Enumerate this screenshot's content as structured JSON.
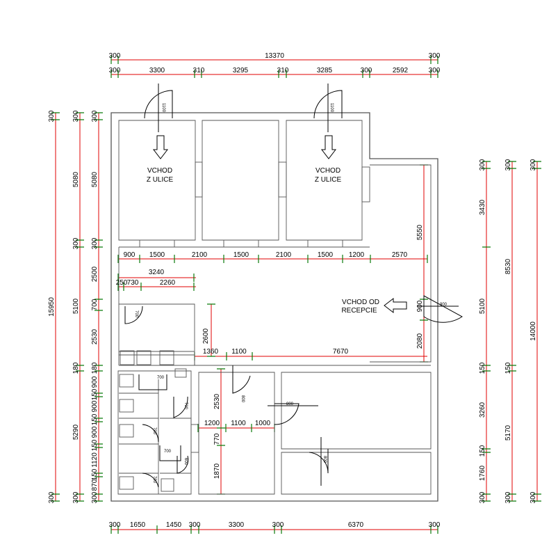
{
  "labels": {
    "street_entry_1": [
      "VCHOD",
      "Z ULICE"
    ],
    "street_entry_2": [
      "VCHOD",
      "Z ULICE"
    ],
    "reception_entry": [
      "VCHOD OD",
      "RECEPCIE"
    ]
  },
  "dims_top_overall": "13370",
  "dims_top_sub": [
    "300",
    "3300",
    "310",
    "3295",
    "310",
    "3285",
    "300",
    "2592",
    "300"
  ],
  "dims_bottom": [
    "300",
    "1650",
    "1450",
    "300",
    "3300",
    "300",
    "6370",
    "300"
  ],
  "dims_left_overall": "15950",
  "dims_left_a": [
    "300",
    "5080",
    "5100",
    "5290",
    "300"
  ],
  "dims_left_b": [
    "300",
    "5080",
    "300",
    "2500",
    "700",
    "2530",
    "180",
    "900",
    "150",
    "900",
    "150",
    "900",
    "150",
    "1120",
    "150",
    "870",
    "300"
  ],
  "dims_right_a": [
    "300",
    "3430",
    "5100",
    "150",
    "3260",
    "150",
    "1760",
    "300"
  ],
  "dims_right_b": [
    "300",
    "8530",
    "150",
    "5170",
    "300"
  ],
  "dims_right_overall": [
    "300",
    "14000",
    "300"
  ],
  "dims_row_front": [
    "900",
    "1500",
    "2100",
    "1500",
    "2100",
    "1500",
    "1200",
    "2570"
  ],
  "dims_inner": {
    "d3240": "3240",
    "d250": "250",
    "d730": "730",
    "d2260": "2260",
    "d2600": "2600",
    "d1360": "1360",
    "d1100": "1100",
    "d7670": "7670",
    "d2530": "2530",
    "d770": "770",
    "d1870": "1870",
    "d1200b": "1200",
    "d1100b": "1100",
    "d1000": "1000",
    "d5550": "5550",
    "d900": "900",
    "d2080": "2080"
  },
  "door_sizes": {
    "entry_1": "1100",
    "entry_2": "1100",
    "reception": "900",
    "office": "700",
    "wc_top": "700",
    "wc_mid": "700",
    "wc_a": "700",
    "wc_b": "700",
    "wc_c": "600",
    "hall": "800",
    "big_room": "800",
    "lower_room": "800"
  }
}
